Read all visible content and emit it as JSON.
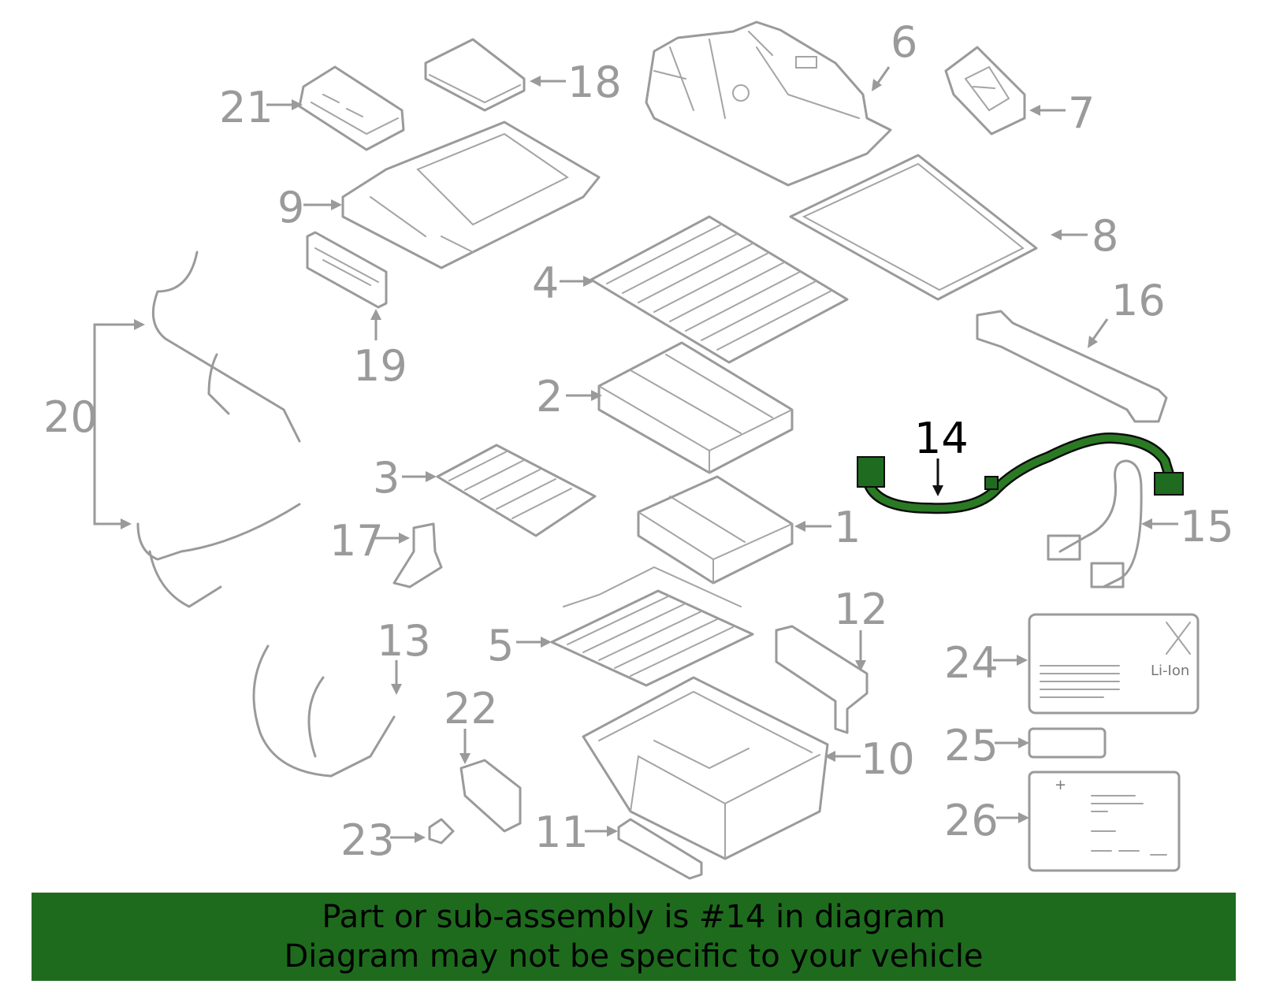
{
  "callouts": {
    "p1": "1",
    "p2": "2",
    "p3": "3",
    "p4": "4",
    "p5": "5",
    "p6": "6",
    "p7": "7",
    "p8": "8",
    "p9": "9",
    "p10": "10",
    "p11": "11",
    "p12": "12",
    "p13": "13",
    "p14": "14",
    "p15": "15",
    "p16": "16",
    "p17": "17",
    "p18": "18",
    "p19": "19",
    "p20": "20",
    "p21": "21",
    "p22": "22",
    "p23": "23",
    "p24": "24",
    "p25": "25",
    "p26": "26"
  },
  "highlighted_part": "14",
  "label_text": {
    "li_ion": "Li-Ion",
    "plus": "+"
  },
  "colors": {
    "highlight": "#1e6b1e",
    "part_line": "#9a9a9a",
    "callout_highlight": "#000000"
  },
  "banner": {
    "line1": "Part or sub-assembly is #14 in diagram",
    "line2": "Diagram may not be specific to your vehicle"
  }
}
